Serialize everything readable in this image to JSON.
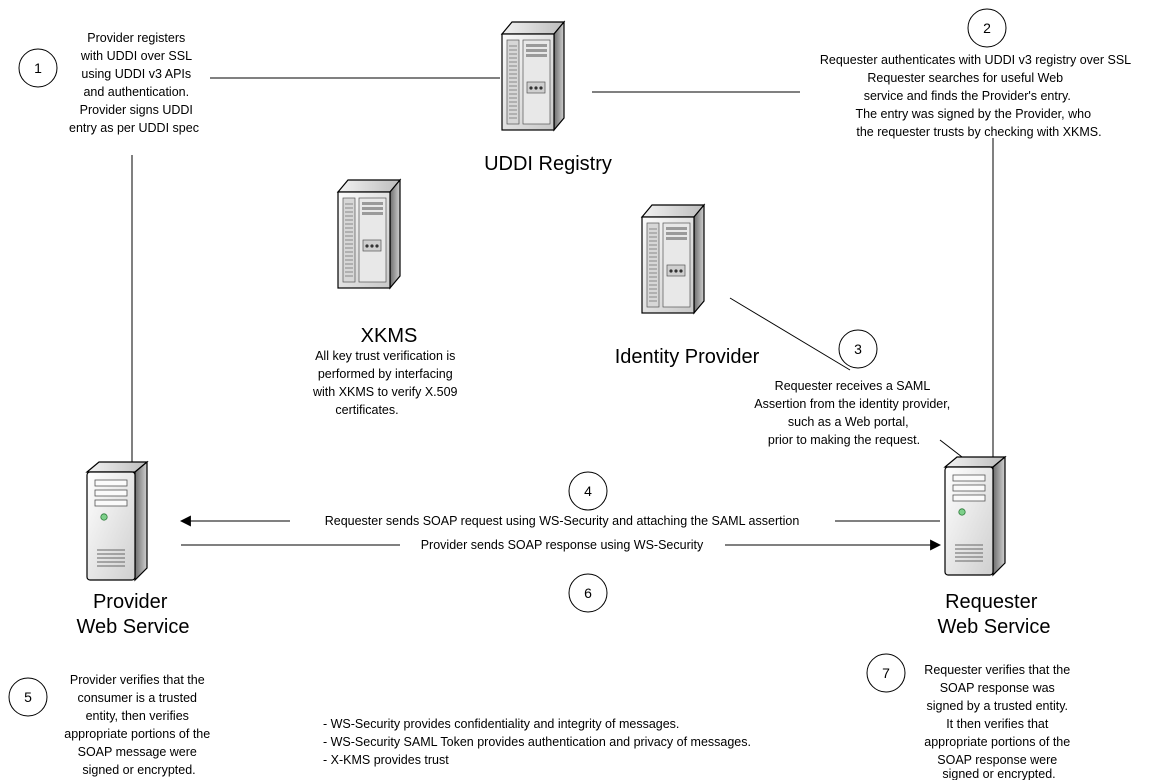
{
  "nodes": {
    "uddi": "UDDI Registry",
    "xkms": "XKMS",
    "idp": "Identity Provider",
    "provider": [
      "Provider",
      "Web Service"
    ],
    "requester": [
      "Requester",
      "Web Service"
    ]
  },
  "steps": [
    "1",
    "2",
    "3",
    "4",
    "5",
    "6",
    "7"
  ],
  "notes": {
    "step1": [
      "Provider registers",
      "with UDDI over SSL",
      "using UDDI v3 APIs",
      "and authentication.",
      "Provider signs UDDI",
      "entry as per UDDI spec"
    ],
    "step2": [
      "Requester authenticates with UDDI v3 registry over SSL",
      "Requester searches for useful Web",
      "service and finds the Provider's entry.",
      "The entry was signed by the Provider, who",
      "the requester trusts by checking with XKMS."
    ],
    "xkms": [
      "All key trust verification is",
      "performed by interfacing",
      "with XKMS to verify X.509",
      "certificates."
    ],
    "step3": [
      "Requester receives a SAML",
      "Assertion from the identity provider,",
      "such as a Web portal,",
      "prior to making the request."
    ],
    "step5": [
      "Provider verifies that the",
      "consumer is a trusted",
      "entity, then verifies",
      "appropriate portions of the",
      "SOAP message were",
      "signed or encrypted."
    ],
    "step7": [
      "Requester verifies that the",
      "SOAP response was",
      "signed by a trusted entity.",
      "It then verifies that",
      "appropriate portions of the",
      "SOAP response were",
      "signed or encrypted."
    ]
  },
  "messages": {
    "request": "Requester sends SOAP request using WS-Security and attaching the SAML assertion",
    "response": "Provider sends SOAP response using WS-Security"
  },
  "legend": [
    "- WS-Security provides confidentiality and integrity of messages.",
    "- WS-Security SAML Token provides authentication and privacy of messages.",
    "- X-KMS provides trust"
  ]
}
